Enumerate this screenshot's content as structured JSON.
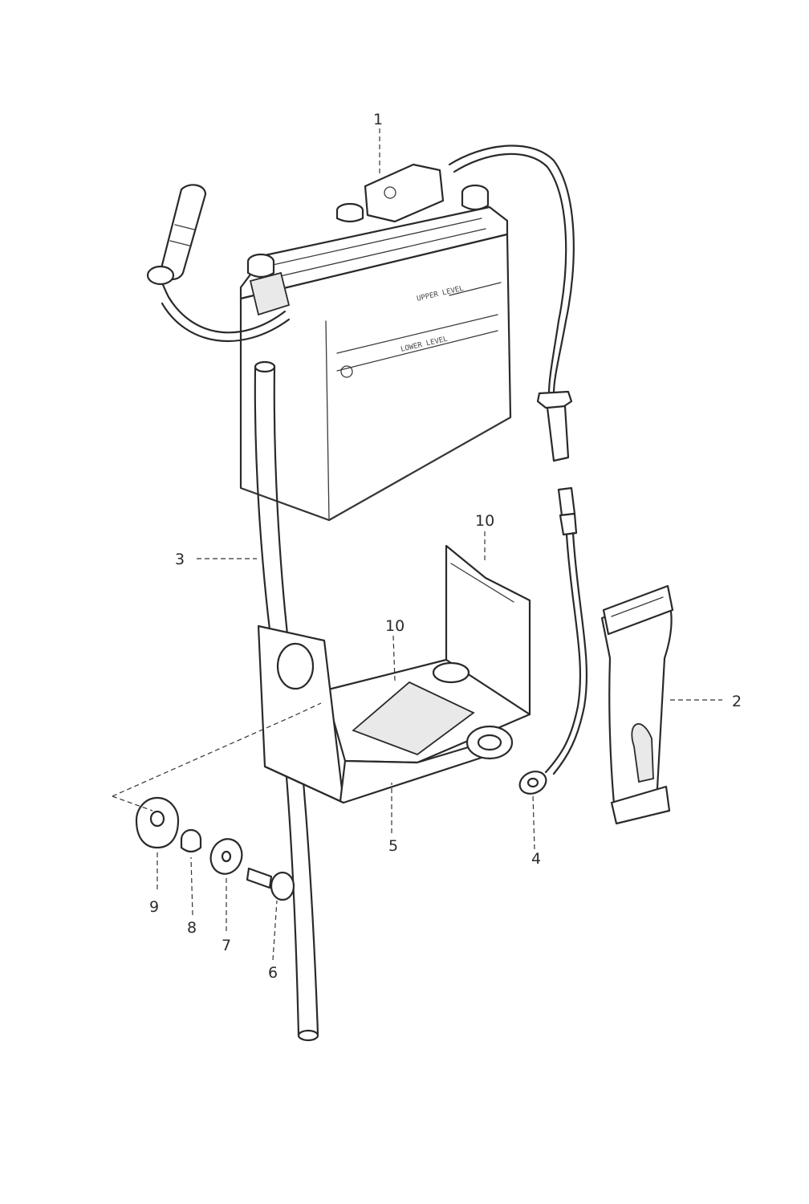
{
  "diagram": {
    "callouts": {
      "c1": "1",
      "c2": "2",
      "c3": "3",
      "c4": "4",
      "c5": "5",
      "c6": "6",
      "c7": "7",
      "c8": "8",
      "c9": "9",
      "c10a": "10",
      "c10b": "10"
    },
    "battery_marks": {
      "upper": "UPPER LEVEL",
      "lower": "LOWER LEVEL"
    }
  }
}
